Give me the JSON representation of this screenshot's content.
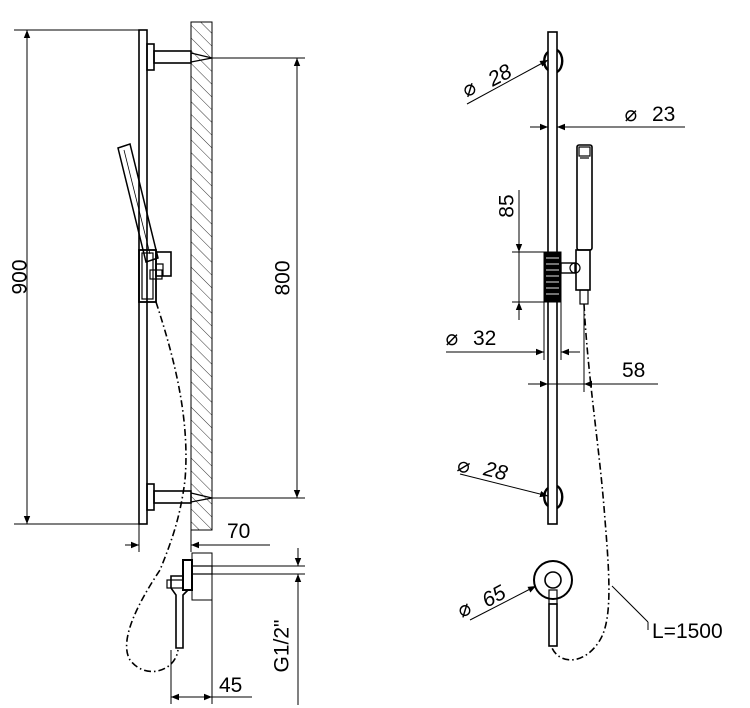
{
  "dimensions": {
    "total_height": "900",
    "bracket_spacing": "800",
    "wall_projection": "70",
    "connector_thread": "G1/2\"",
    "connector_depth": "45",
    "bracket_top_diameter": "28",
    "rail_diameter": "23",
    "slider_height": "85",
    "slider_diameter": "32",
    "slider_offset": "58",
    "bracket_bottom_diameter": "28",
    "elbow_diameter": "65",
    "hose_length": "L=1500"
  },
  "symbols": {
    "diameter": "⌀"
  }
}
